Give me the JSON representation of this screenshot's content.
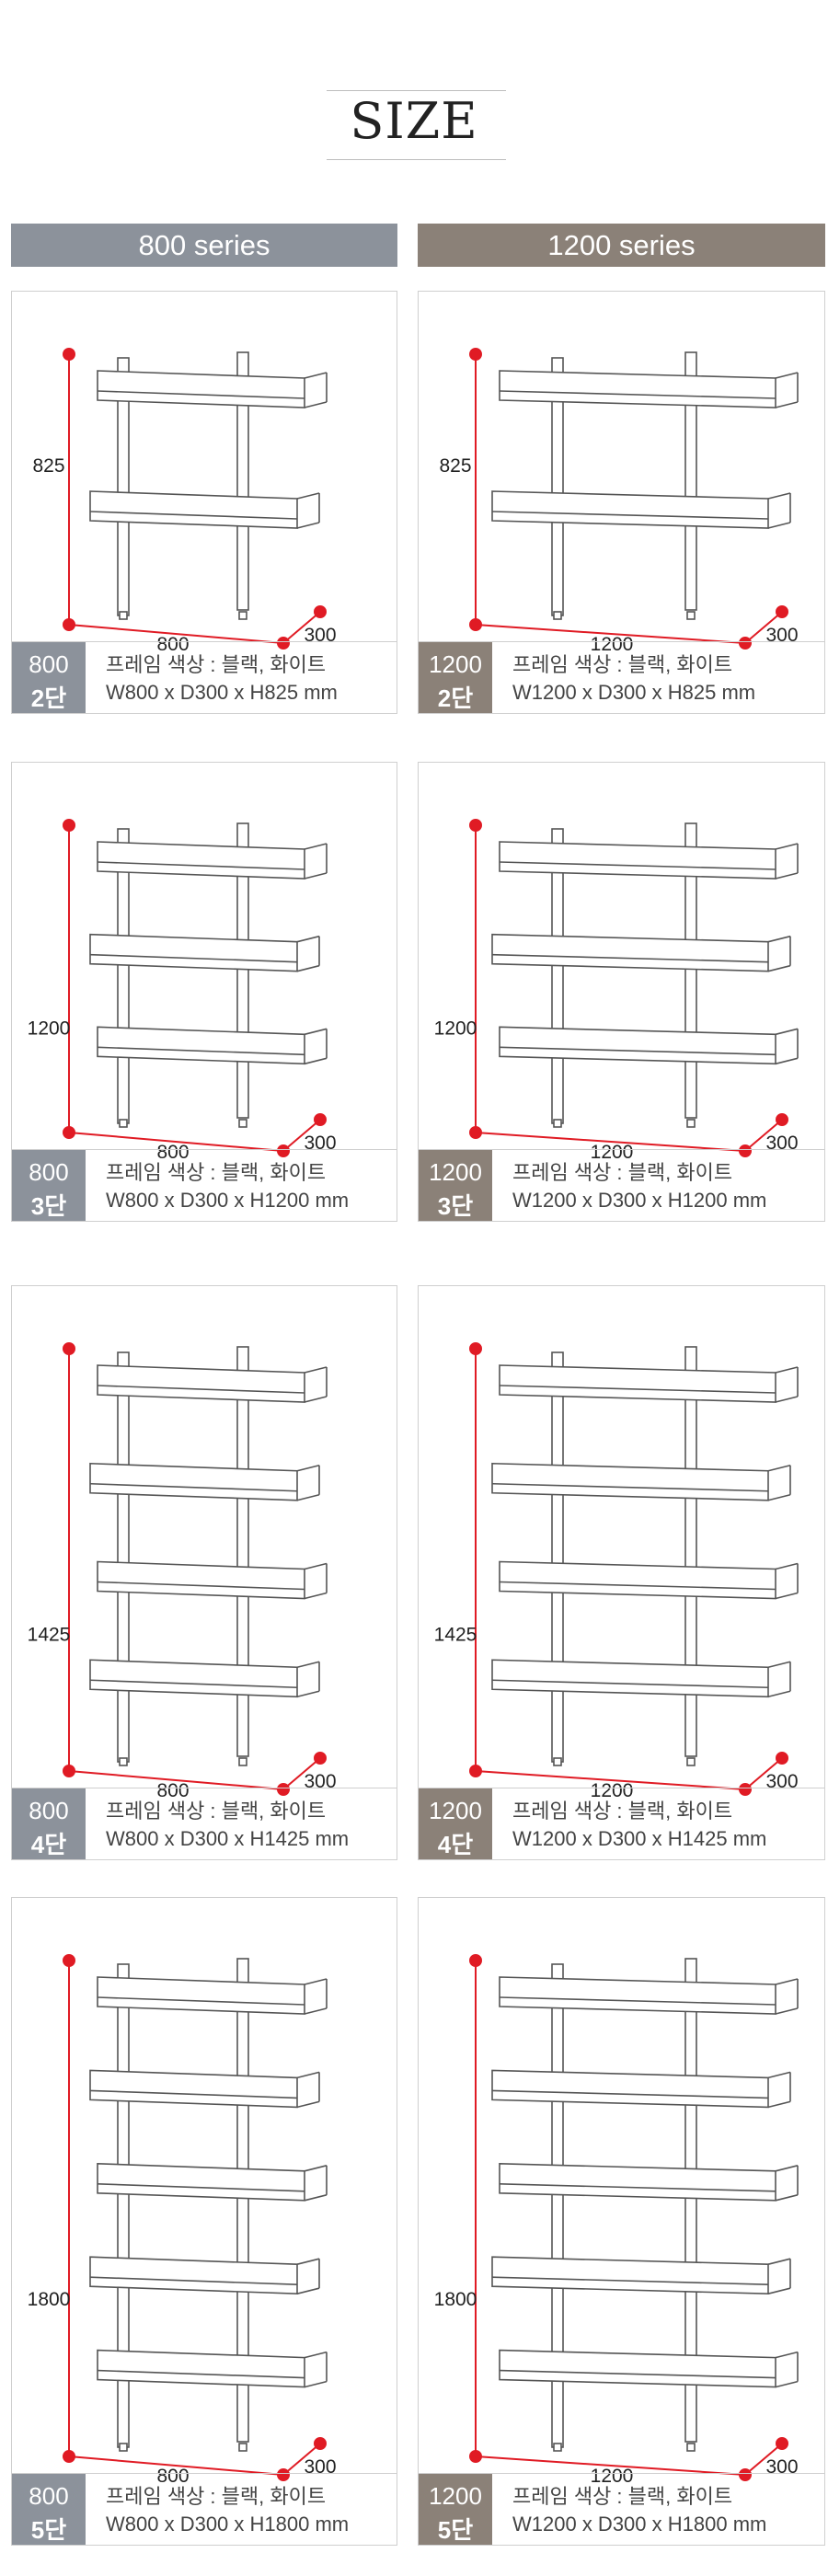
{
  "page_title": "SIZE",
  "colors": {
    "series_800": "#8c929b",
    "series_1200": "#8b8178",
    "dimension_line": "#e01b24"
  },
  "series": [
    {
      "label": "800 series",
      "cards": [
        {
          "badge_size": "800",
          "badge_tier": "2단",
          "frame_colors": "프레임 색상 : 블랙, 화이트",
          "dimensions": "W800 x D300 x H825 mm",
          "height_label": "825",
          "width_label": "800",
          "depth_label": "300",
          "tiers": 2,
          "width_mm": 800
        },
        {
          "badge_size": "800",
          "badge_tier": "3단",
          "frame_colors": "프레임 색상 : 블랙, 화이트",
          "dimensions": "W800 x D300 x H1200 mm",
          "height_label": "1200",
          "width_label": "800",
          "depth_label": "300",
          "tiers": 3,
          "width_mm": 800
        },
        {
          "badge_size": "800",
          "badge_tier": "4단",
          "frame_colors": "프레임 색상 : 블랙, 화이트",
          "dimensions": "W800 x D300 x H1425 mm",
          "height_label": "1425",
          "width_label": "800",
          "depth_label": "300",
          "tiers": 4,
          "width_mm": 800
        },
        {
          "badge_size": "800",
          "badge_tier": "5단",
          "frame_colors": "프레임 색상 : 블랙, 화이트",
          "dimensions": "W800 x D300 x H1800 mm",
          "height_label": "1800",
          "width_label": "800",
          "depth_label": "300",
          "tiers": 5,
          "width_mm": 800
        }
      ]
    },
    {
      "label": "1200 series",
      "cards": [
        {
          "badge_size": "1200",
          "badge_tier": "2단",
          "frame_colors": "프레임 색상 : 블랙, 화이트",
          "dimensions": "W1200 x D300 x H825 mm",
          "height_label": "825",
          "width_label": "1200",
          "depth_label": "300",
          "tiers": 2,
          "width_mm": 1200
        },
        {
          "badge_size": "1200",
          "badge_tier": "3단",
          "frame_colors": "프레임 색상 : 블랙, 화이트",
          "dimensions": "W1200 x D300 x H1200 mm",
          "height_label": "1200",
          "width_label": "1200",
          "depth_label": "300",
          "tiers": 3,
          "width_mm": 1200
        },
        {
          "badge_size": "1200",
          "badge_tier": "4단",
          "frame_colors": "프레임 색상 : 블랙, 화이트",
          "dimensions": "W1200 x D300 x H1425 mm",
          "height_label": "1425",
          "width_label": "1200",
          "depth_label": "300",
          "tiers": 4,
          "width_mm": 1200
        },
        {
          "badge_size": "1200",
          "badge_tier": "5단",
          "frame_colors": "프레임 색상 : 블랙, 화이트",
          "dimensions": "W1200 x D300 x H1800 mm",
          "height_label": "1800",
          "width_label": "1200",
          "depth_label": "300",
          "tiers": 5,
          "width_mm": 1200
        }
      ]
    }
  ]
}
